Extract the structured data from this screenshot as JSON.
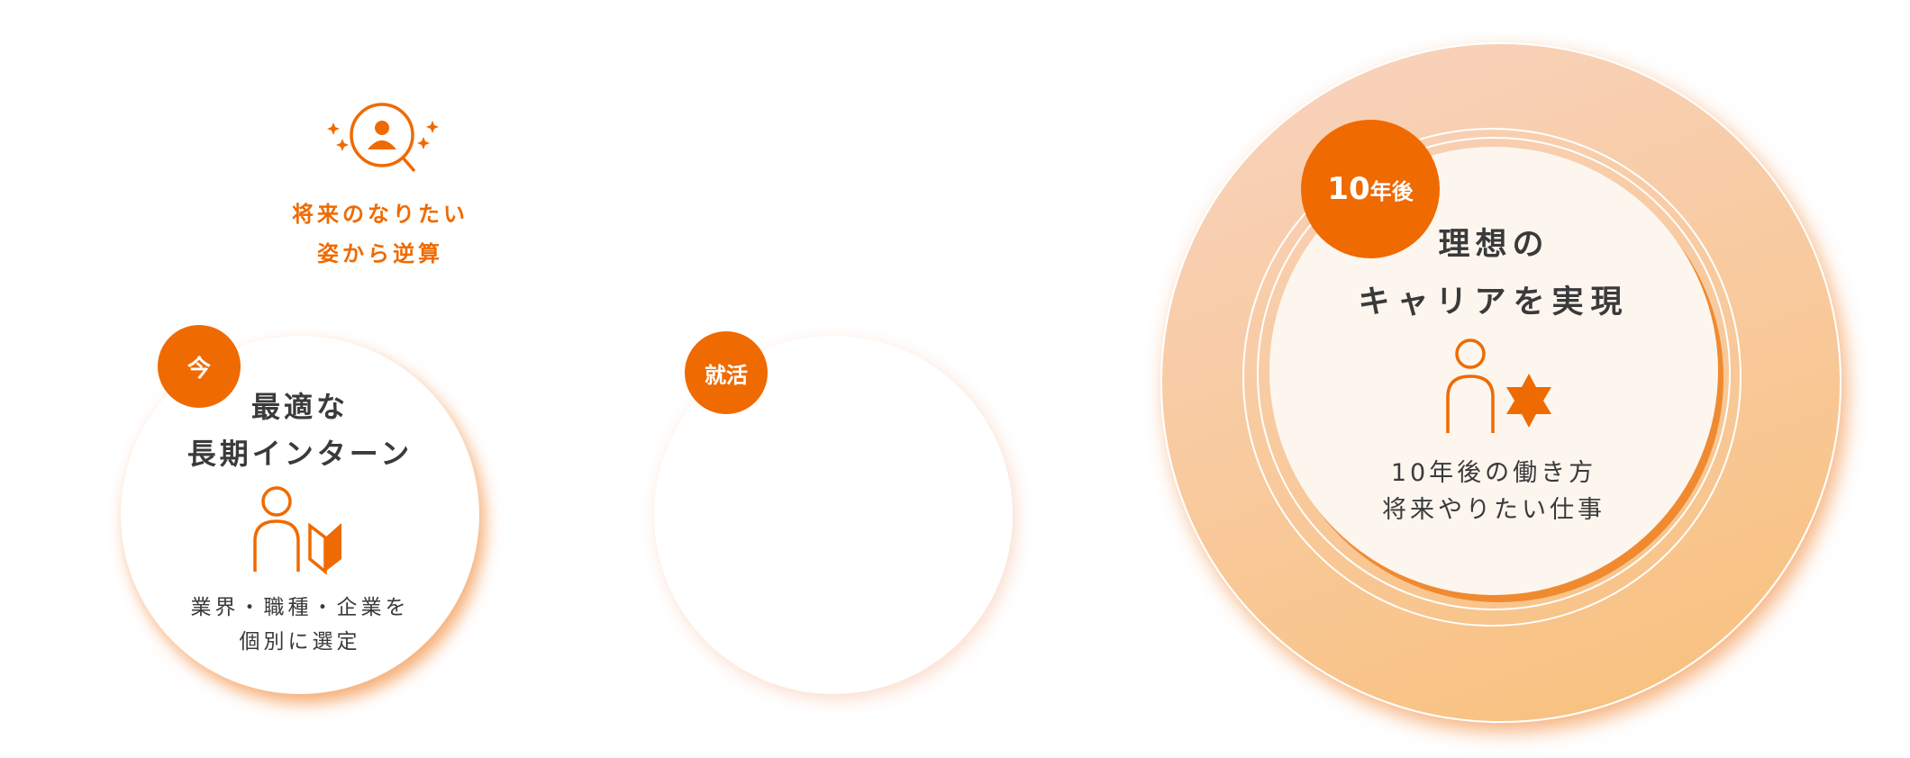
{
  "goal": {
    "icon": "person-search-sparkle-icon",
    "lines": [
      "将来のなりたい",
      "姿から逆算"
    ]
  },
  "stages": {
    "now": {
      "badge": "今",
      "title": [
        "最適な",
        "長期インターン"
      ],
      "icon": "person-beginner-mark-icon",
      "desc": [
        "業界・職種・企業を",
        "個別に選定"
      ]
    },
    "job_hunt": {
      "badge": "就活"
    },
    "ten_years": {
      "badge_num": "10",
      "badge_unit": "年後",
      "title": [
        "理想の",
        "キャリアを実現"
      ],
      "icon": "person-star-icon",
      "desc": [
        "10年後の働き方",
        "将来やりたい仕事"
      ]
    }
  },
  "colors": {
    "accent": "#ef6a00",
    "text": "#3a3a3a"
  }
}
